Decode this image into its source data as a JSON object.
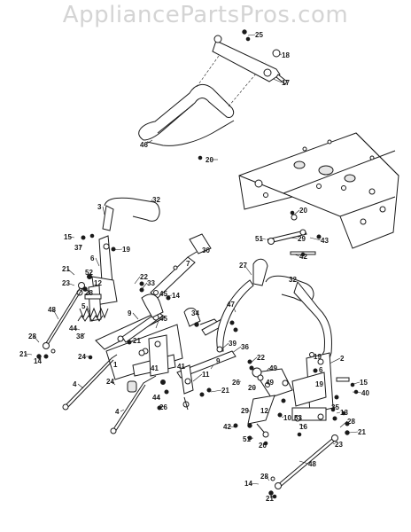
{
  "watermark": "AppliancePartsPros.com",
  "labels": [
    {
      "id": "l25a",
      "text": "25"
    },
    {
      "id": "l18",
      "text": "18"
    },
    {
      "id": "l17",
      "text": "17"
    },
    {
      "id": "l46",
      "text": "46"
    },
    {
      "id": "l20a",
      "text": "20"
    },
    {
      "id": "l20b",
      "text": "20"
    },
    {
      "id": "l51a",
      "text": "51"
    },
    {
      "id": "l29a",
      "text": "29"
    },
    {
      "id": "l43",
      "text": "43"
    },
    {
      "id": "l42a",
      "text": "42"
    },
    {
      "id": "l32a",
      "text": "32"
    },
    {
      "id": "l3",
      "text": "3"
    },
    {
      "id": "l15a",
      "text": "15"
    },
    {
      "id": "l37",
      "text": "37"
    },
    {
      "id": "l19a",
      "text": "19"
    },
    {
      "id": "l6a",
      "text": "6"
    },
    {
      "id": "l30",
      "text": "30"
    },
    {
      "id": "l7",
      "text": "7"
    },
    {
      "id": "l21a",
      "text": "21"
    },
    {
      "id": "l52a",
      "text": "52"
    },
    {
      "id": "l23a",
      "text": "23"
    },
    {
      "id": "l12a",
      "text": "12"
    },
    {
      "id": "l22a",
      "text": "22"
    },
    {
      "id": "l33",
      "text": "33"
    },
    {
      "id": "l14a",
      "text": "14"
    },
    {
      "id": "l28a",
      "text": "28"
    },
    {
      "id": "l48a",
      "text": "48"
    },
    {
      "id": "l45a",
      "text": "45"
    },
    {
      "id": "l27",
      "text": "27"
    },
    {
      "id": "l32b",
      "text": "32"
    },
    {
      "id": "l47",
      "text": "47"
    },
    {
      "id": "l34",
      "text": "34"
    },
    {
      "id": "l5",
      "text": "5"
    },
    {
      "id": "l38",
      "text": "38"
    },
    {
      "id": "l44a",
      "text": "44"
    },
    {
      "id": "l9a",
      "text": "9"
    },
    {
      "id": "l45b",
      "text": "45"
    },
    {
      "id": "l21b",
      "text": "21"
    },
    {
      "id": "l28b",
      "text": "28"
    },
    {
      "id": "l21c",
      "text": "21"
    },
    {
      "id": "l14b",
      "text": "14"
    },
    {
      "id": "l24a",
      "text": "24"
    },
    {
      "id": "l39",
      "text": "39"
    },
    {
      "id": "l36",
      "text": "36"
    },
    {
      "id": "l1",
      "text": "1"
    },
    {
      "id": "l41a",
      "text": "41"
    },
    {
      "id": "l22b",
      "text": "22"
    },
    {
      "id": "l9b",
      "text": "9"
    },
    {
      "id": "l24b",
      "text": "24"
    },
    {
      "id": "l41b",
      "text": "41"
    },
    {
      "id": "l11",
      "text": "11"
    },
    {
      "id": "l4a",
      "text": "4"
    },
    {
      "id": "l44b",
      "text": "44"
    },
    {
      "id": "l26a",
      "text": "26"
    },
    {
      "id": "l21d",
      "text": "21"
    },
    {
      "id": "l4b",
      "text": "4"
    },
    {
      "id": "l19b",
      "text": "19"
    },
    {
      "id": "l6b",
      "text": "6"
    },
    {
      "id": "l2",
      "text": "2"
    },
    {
      "id": "l49a",
      "text": "49"
    },
    {
      "id": "l15b",
      "text": "15"
    },
    {
      "id": "l40",
      "text": "40"
    },
    {
      "id": "l26b",
      "text": "26"
    },
    {
      "id": "l20c",
      "text": "20"
    },
    {
      "id": "l49b",
      "text": "49"
    },
    {
      "id": "l19c",
      "text": "19"
    },
    {
      "id": "l12b",
      "text": "12"
    },
    {
      "id": "l10",
      "text": "10"
    },
    {
      "id": "l53",
      "text": "53"
    },
    {
      "id": "l35",
      "text": "35"
    },
    {
      "id": "l13",
      "text": "13"
    },
    {
      "id": "l29b",
      "text": "29"
    },
    {
      "id": "l16",
      "text": "16"
    },
    {
      "id": "l42b",
      "text": "42"
    },
    {
      "id": "l28c",
      "text": "28"
    },
    {
      "id": "l51b",
      "text": "51"
    },
    {
      "id": "l20d",
      "text": "20"
    },
    {
      "id": "l23b",
      "text": "23"
    },
    {
      "id": "l21e",
      "text": "21"
    },
    {
      "id": "l48b",
      "text": "48"
    },
    {
      "id": "l14c",
      "text": "14"
    },
    {
      "id": "l28d",
      "text": "28"
    },
    {
      "id": "l21f",
      "text": "21"
    }
  ]
}
